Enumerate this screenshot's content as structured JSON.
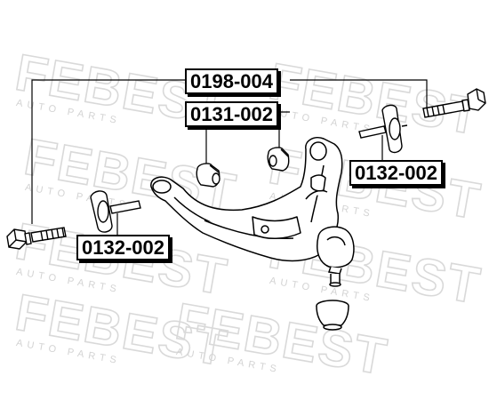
{
  "watermark": {
    "brand": "FEBEST",
    "subtitle": "AUTO PARTS"
  },
  "callouts": {
    "bolt_kit": "0198-004",
    "bushing": "0131-002",
    "cam_bolt_right": "0132-002",
    "cam_bolt_left": "0132-002"
  },
  "colors": {
    "line": "#000000",
    "part_fill": "#ffffff",
    "watermark": "#d9d9d9"
  }
}
